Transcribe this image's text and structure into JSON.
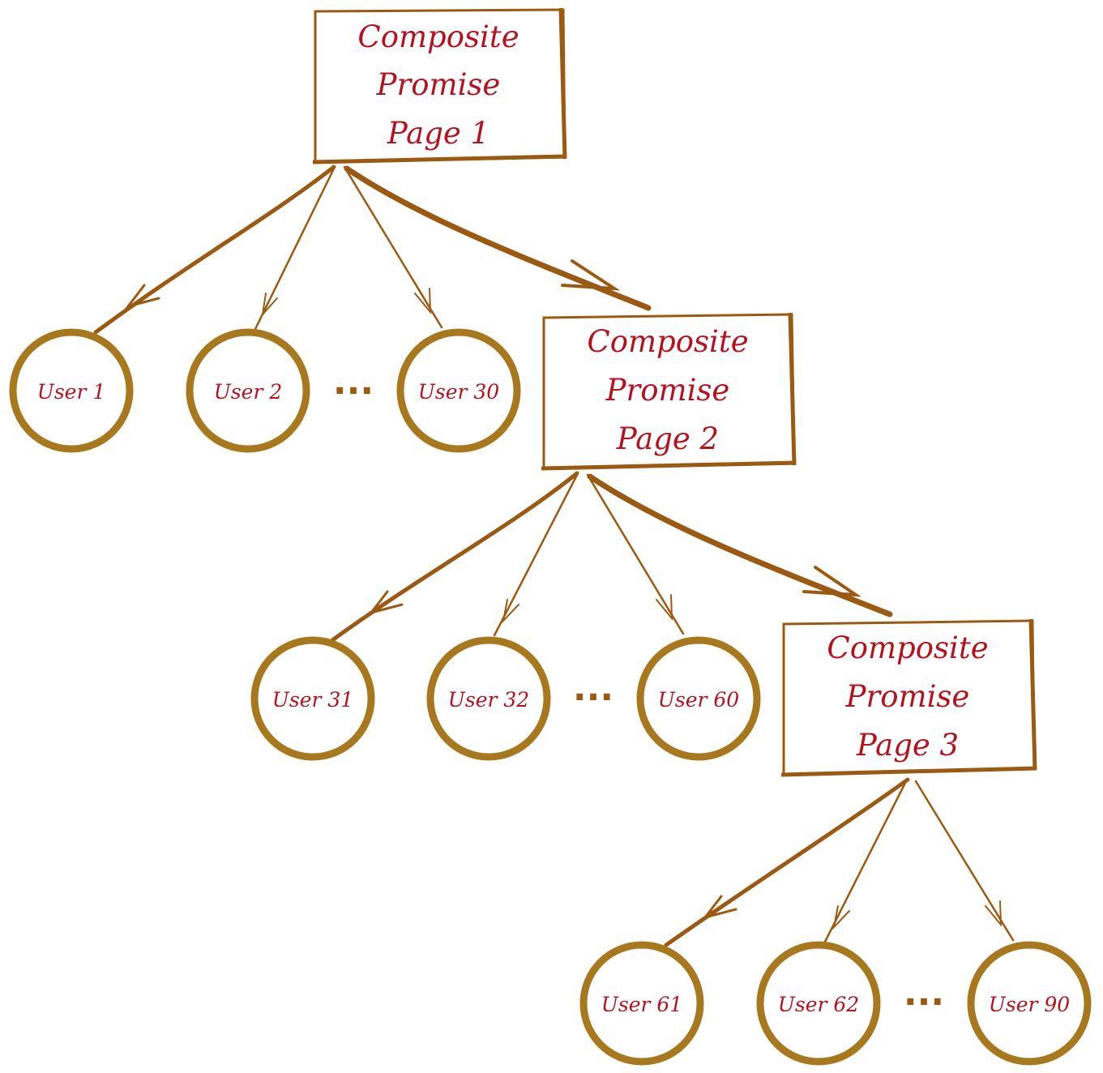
{
  "colors": {
    "stroke": "#9b5a12",
    "circle_stroke": "#a8781e",
    "text": "#b3121f"
  },
  "pages": [
    {
      "title_lines": [
        "Composite",
        "Promise",
        "Page 1"
      ],
      "users": [
        "User 1",
        "User 2",
        "User 30"
      ],
      "ellipsis": "..."
    },
    {
      "title_lines": [
        "Composite",
        "Promise",
        "Page 2"
      ],
      "users": [
        "User 31",
        "User 32",
        "User 60"
      ],
      "ellipsis": "..."
    },
    {
      "title_lines": [
        "Composite",
        "Promise",
        "Page 3"
      ],
      "users": [
        "User 61",
        "User 62",
        "User 90"
      ],
      "ellipsis": "..."
    }
  ]
}
